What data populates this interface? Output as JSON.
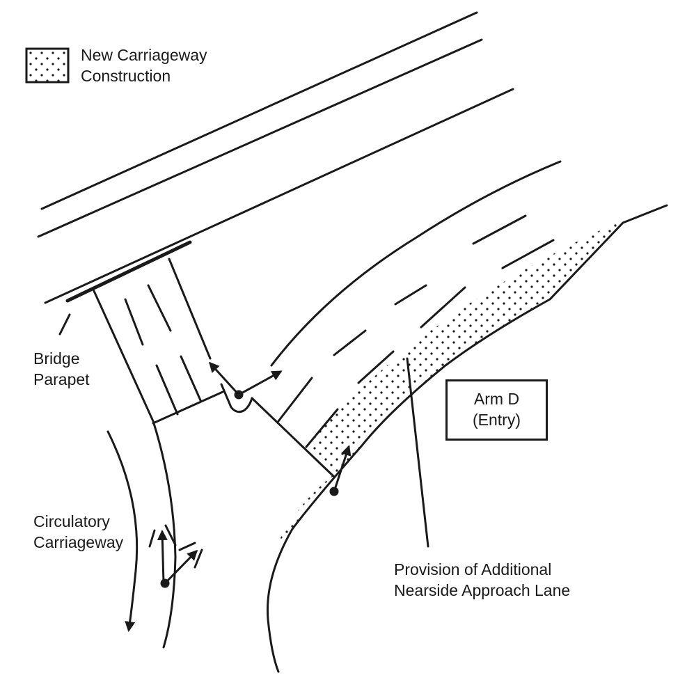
{
  "legend": {
    "label_line1": "New Carriageway",
    "label_line2": "Construction",
    "swatch": "stippled"
  },
  "labels": {
    "bridge_parapet": [
      "Bridge",
      "Parapet"
    ],
    "circulatory": [
      "Circulatory",
      "Carriageway"
    ],
    "provision": [
      "Provision of Additional",
      "Nearside Approach Lane"
    ],
    "arm": [
      "Arm D",
      "(Entry)"
    ]
  },
  "colors": {
    "ink": "#1a1a1a",
    "background": "#ffffff"
  }
}
